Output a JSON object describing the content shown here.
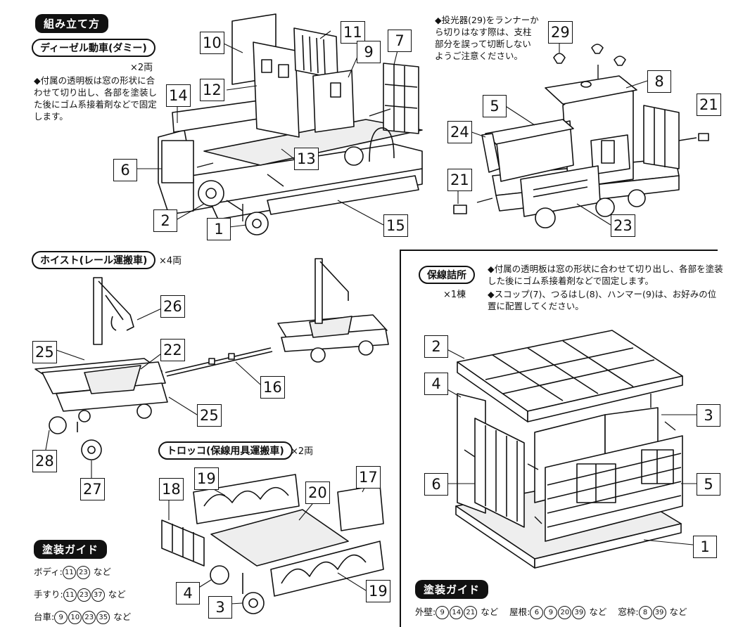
{
  "section_assembly": {
    "title": "組み立て方"
  },
  "diesel": {
    "title": "ディーゼル動車(ダミー)",
    "count": "×2両",
    "note": "◆付属の透明板は窓の形状に合わせて切り出し、各部を塗装した後にゴム系接着剤などで固定します。",
    "callouts": [
      "10",
      "11",
      "7",
      "12",
      "9",
      "14",
      "6",
      "13",
      "2",
      "1",
      "15"
    ]
  },
  "projector_note": "◆投光器(29)をランナーから切りはなす際は、支柱部分を誤って切断しないようご注意ください。",
  "loco_callouts": [
    "29",
    "8",
    "5",
    "21",
    "24",
    "21",
    "23"
  ],
  "hoist": {
    "title": "ホイスト(レール運搬車)",
    "count": "×4両",
    "callouts": [
      "26",
      "25",
      "22",
      "16",
      "25",
      "28",
      "27"
    ]
  },
  "trolley": {
    "title": "トロッコ(保線用具運搬車)",
    "count": "×2両",
    "callouts": [
      "19",
      "18",
      "20",
      "17",
      "4",
      "3",
      "19"
    ]
  },
  "paint_left": {
    "title": "塗装ガイド",
    "rows": [
      {
        "label": "ボディ:",
        "nums": [
          "11",
          "23"
        ],
        "suffix": "など"
      },
      {
        "label": "手すり:",
        "nums": [
          "11",
          "23",
          "37"
        ],
        "suffix": "など"
      },
      {
        "label": "台車:",
        "nums": [
          "9",
          "10",
          "23",
          "35"
        ],
        "suffix": "など"
      }
    ]
  },
  "shed": {
    "title": "保線詰所",
    "count": "×1棟",
    "note1": "◆付属の透明板は窓の形状に合わせて切り出し、各部を塗装した後にゴム系接着剤などで固定します。",
    "note2": "◆スコップ(7)、つるはし(8)、ハンマー(9)は、お好みの位置に配置してください。",
    "callouts": [
      "2",
      "4",
      "3",
      "6",
      "5",
      "1"
    ]
  },
  "paint_right": {
    "title": "塗装ガイド",
    "groups": [
      {
        "label": "外壁:",
        "nums": [
          "9",
          "14",
          "21"
        ],
        "suffix": "など"
      },
      {
        "label": "屋根:",
        "nums": [
          "6",
          "9",
          "20",
          "39"
        ],
        "suffix": "など"
      },
      {
        "label": "窓枠:",
        "nums": [
          "8",
          "39"
        ],
        "suffix": "など"
      }
    ]
  }
}
